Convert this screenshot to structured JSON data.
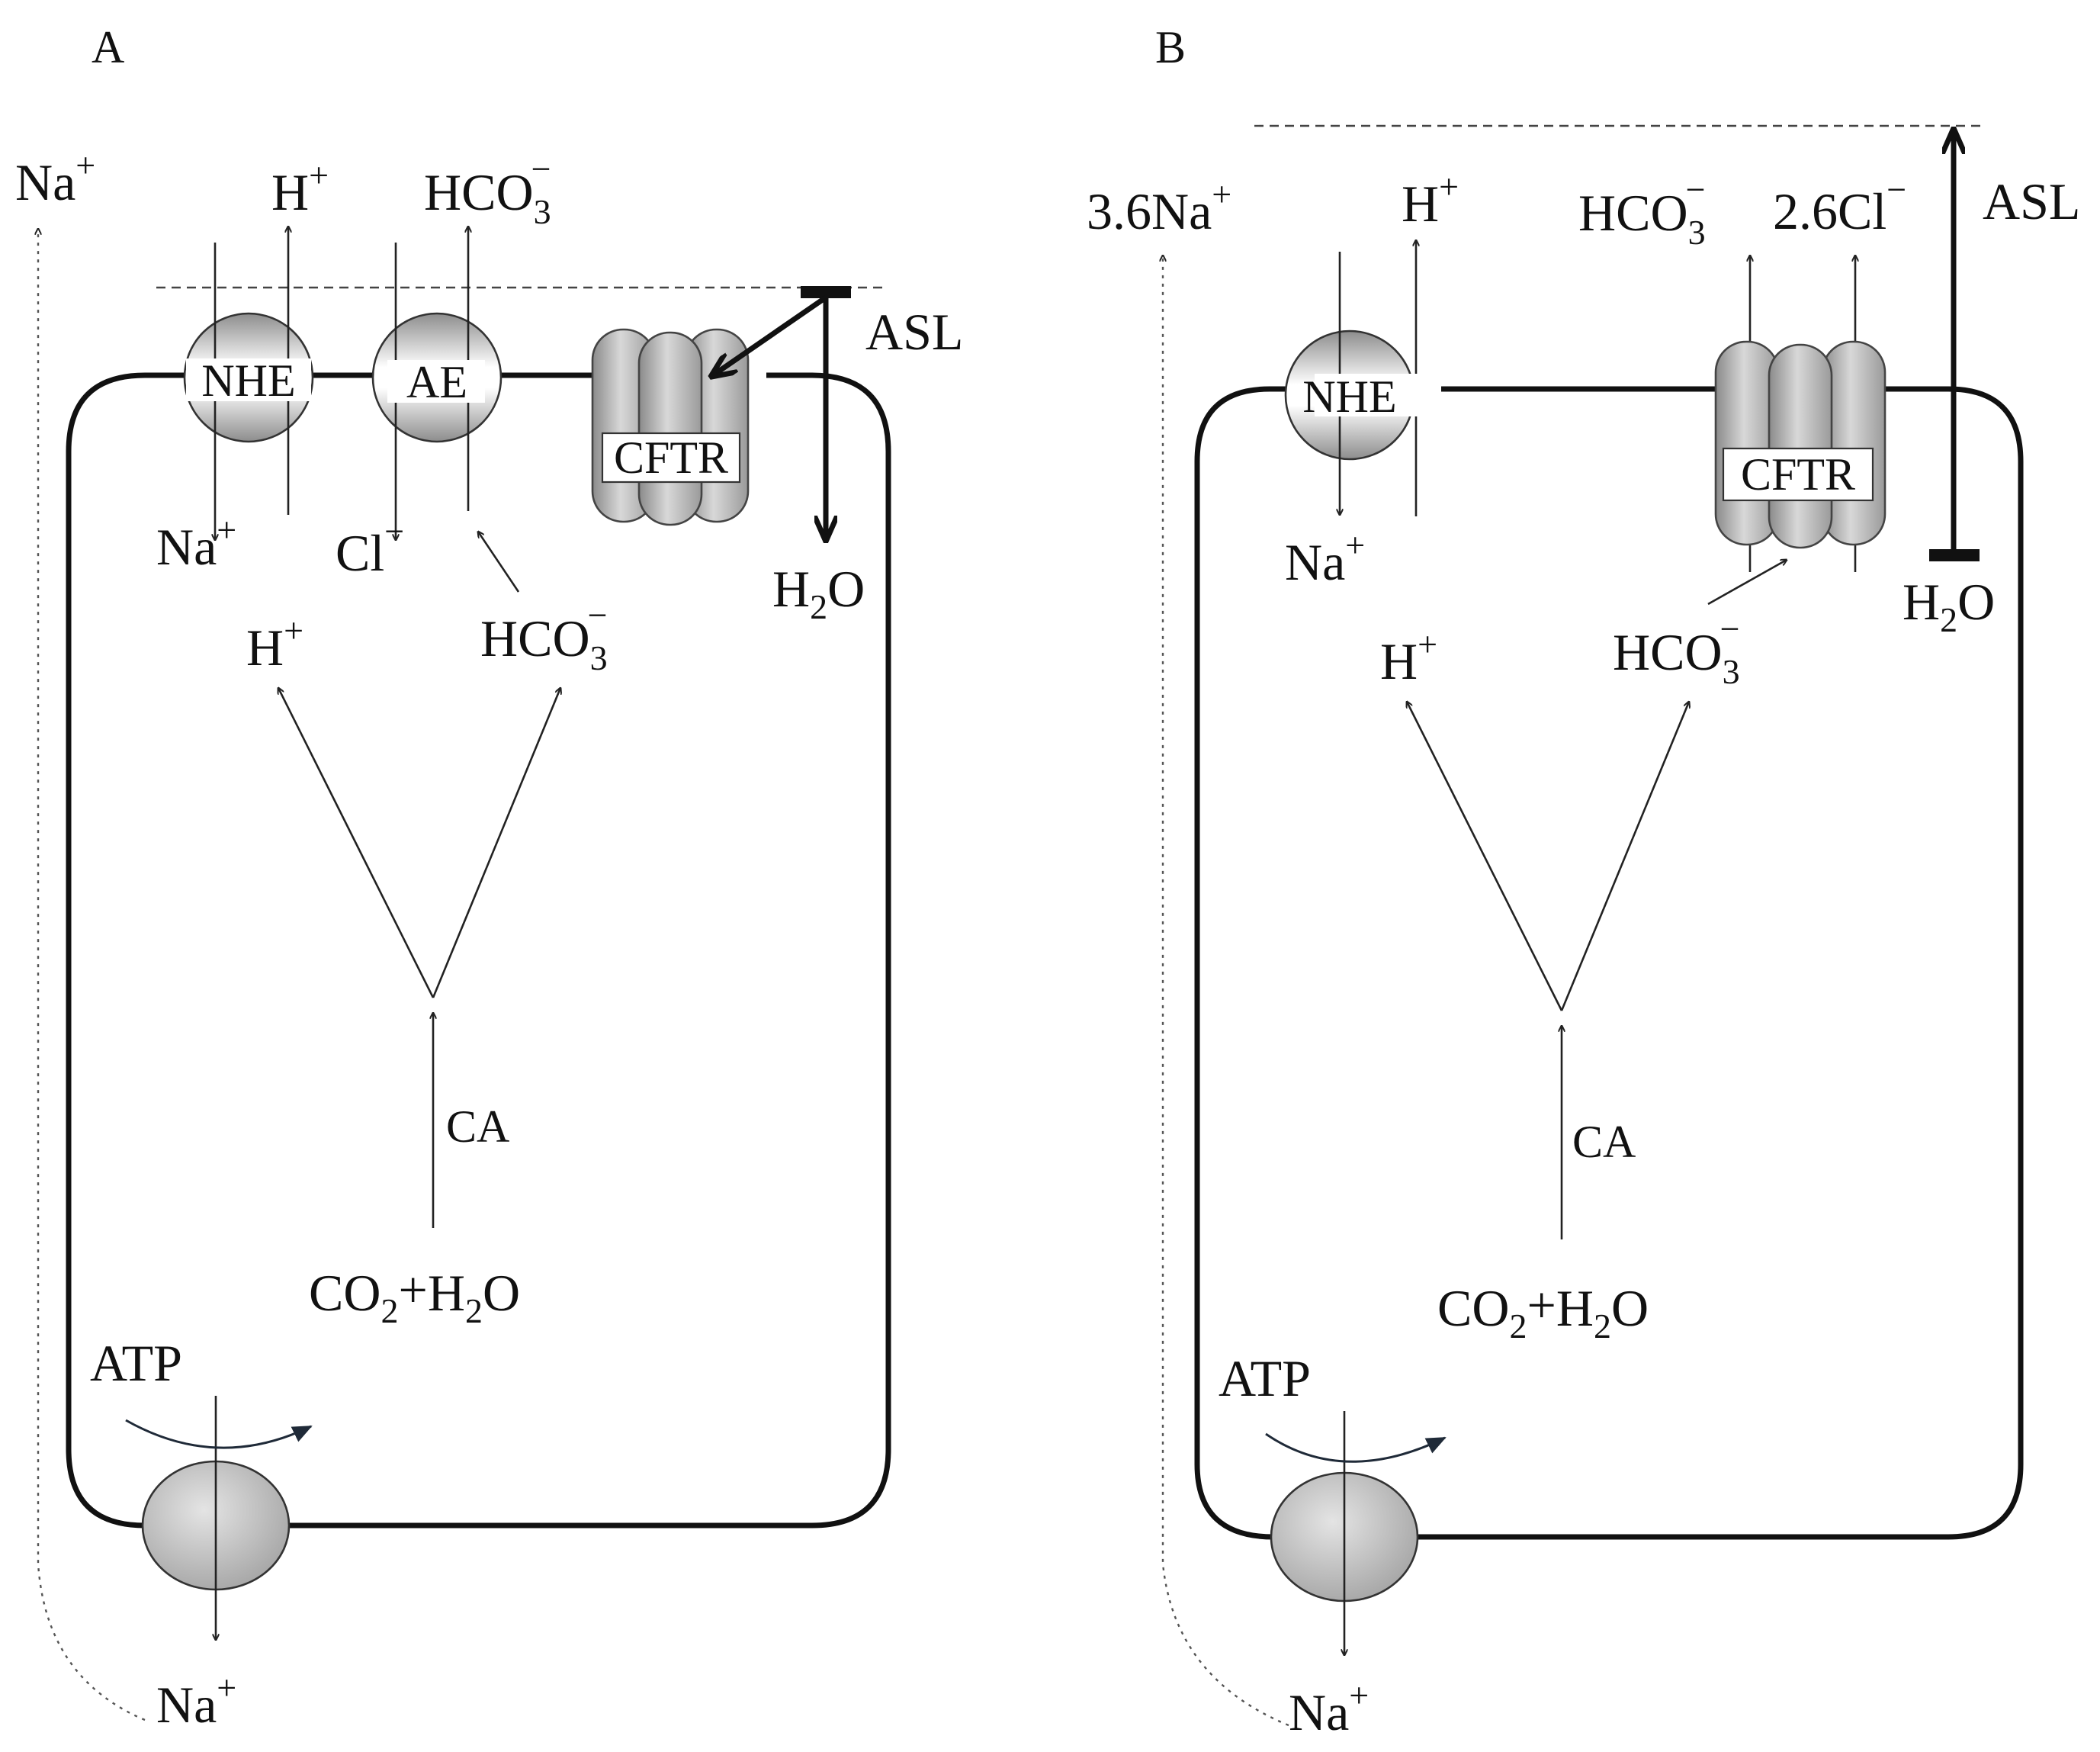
{
  "panels": {
    "a": {
      "panel_label": "A",
      "na_out": {
        "main": "Na",
        "sup": "+"
      },
      "h_out": {
        "main": "H",
        "sup": "+"
      },
      "hco3_out": {
        "main": "HCO",
        "sub": "3",
        "sup": "−"
      },
      "asl": "ASL",
      "nhe": "NHE",
      "ae": "AE",
      "cftr": "CFTR",
      "na_in": {
        "main": "Na",
        "sup": "+"
      },
      "cl_in": {
        "main": "Cl",
        "sup": "−"
      },
      "h2o": {
        "a": "H",
        "sub": "2",
        "b": "O"
      },
      "h_in": {
        "main": "H",
        "sup": "+"
      },
      "hco3_in": {
        "main": "HCO",
        "sub": "3",
        "sup": "−"
      },
      "ca": "CA",
      "reactants": {
        "a": "CO",
        "sub": "2",
        "plus": "+",
        "b": "H",
        "sub2": "2",
        "c": "O"
      },
      "atp": "ATP",
      "na_bottom": {
        "main": "Na",
        "sup": "+"
      }
    },
    "b": {
      "panel_label": "B",
      "na_out": {
        "main": "3.6Na",
        "sup": "+"
      },
      "h_out": {
        "main": "H",
        "sup": "+"
      },
      "hco3_out": {
        "main": "HCO",
        "sub": "3",
        "sup": "−"
      },
      "cl_out": {
        "main": "2.6Cl",
        "sup": "−"
      },
      "asl": "ASL",
      "nhe": "NHE",
      "cftr": "CFTR",
      "na_in": {
        "main": "Na",
        "sup": "+"
      },
      "h2o": {
        "a": "H",
        "sub": "2",
        "b": "O"
      },
      "h_in": {
        "main": "H",
        "sup": "+"
      },
      "hco3_in": {
        "main": "HCO",
        "sub": "3",
        "sup": "−"
      },
      "ca": "CA",
      "reactants": {
        "a": "CO",
        "sub": "2",
        "plus": "+",
        "b": "H",
        "sub2": "2",
        "c": "O"
      },
      "atp": "ATP",
      "na_bottom": {
        "main": "Na",
        "sup": "+"
      }
    }
  },
  "colors": {
    "line": "#111111",
    "transporter_gray": "#a8a8a8",
    "background": "#ffffff"
  }
}
